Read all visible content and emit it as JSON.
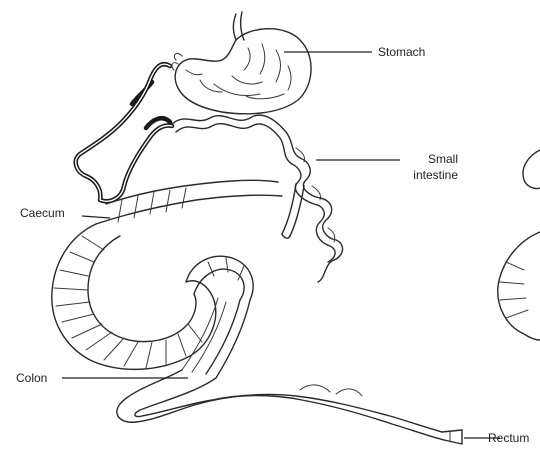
{
  "labels": {
    "stomach": "Stomach",
    "small_intestine_line1": "Small",
    "small_intestine_line2": "intestine",
    "caecum": "Caecum",
    "colon": "Colon",
    "rectum": "Rectum"
  },
  "colors": {
    "ink": "#2a2a2a",
    "background": "#ffffff"
  }
}
